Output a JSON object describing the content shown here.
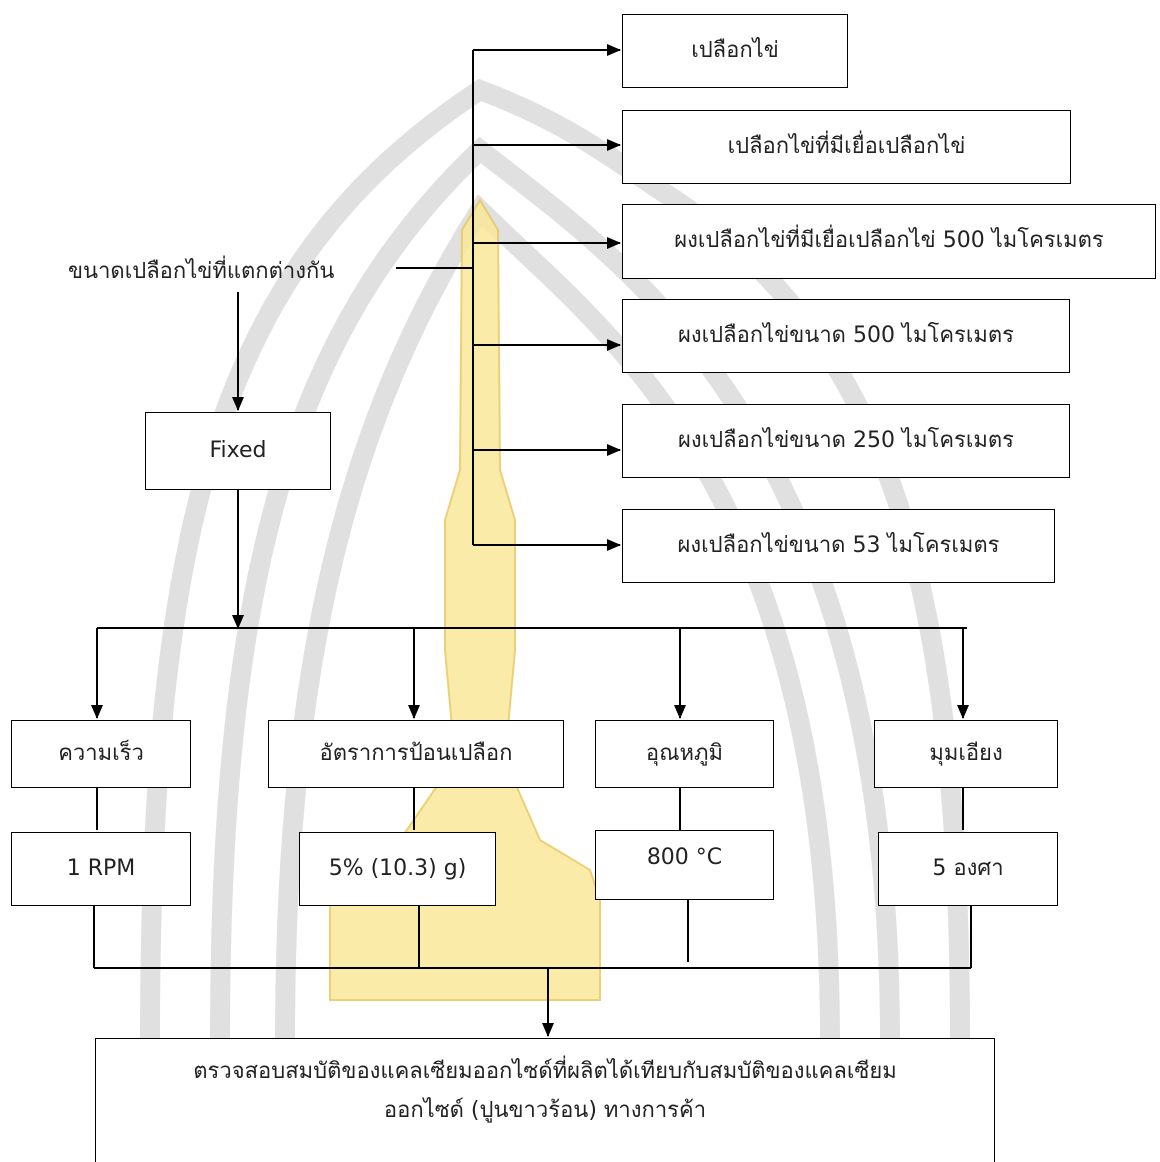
{
  "source_label": "ขนาดเปลือกไข่ที่แตกต่างกัน",
  "fixed_label": "Fixed",
  "sizes": [
    "เปลือกไข่",
    "เปลือกไข่ที่มีเยื่อเปลือกไข่",
    "ผงเปลือกไข่ที่มีเยื่อเปลือกไข่ 500 ไมโครเมตร",
    "ผงเปลือกไข่ขนาด 500 ไมโครเมตร",
    "ผงเปลือกไข่ขนาด 250 ไมโครเมตร",
    "ผงเปลือกไข่ขนาด 53 ไมโครเมตร"
  ],
  "parameters": [
    {
      "name": "ความเร็ว",
      "value": "1 RPM"
    },
    {
      "name": "อัตราการป้อนเปลือก",
      "value": "5% (10.3) g)"
    },
    {
      "name": "อุณหภูมิ",
      "value": "800 °C"
    },
    {
      "name": "มุมเอียง",
      "value": "5 องศา"
    }
  ],
  "result": {
    "line1": "ตรวจสอบสมบัติของแคลเซียมออกไซด์ที่ผลิตได้เทียบกับสมบัติของแคลเซียม",
    "line2": "ออกไซด์ (ปูนขาวร้อน) ทางการค้า"
  },
  "colors": {
    "line": "#000000",
    "watermark_gray": "#c8c8c8",
    "watermark_yellow": "#fbe89a"
  }
}
